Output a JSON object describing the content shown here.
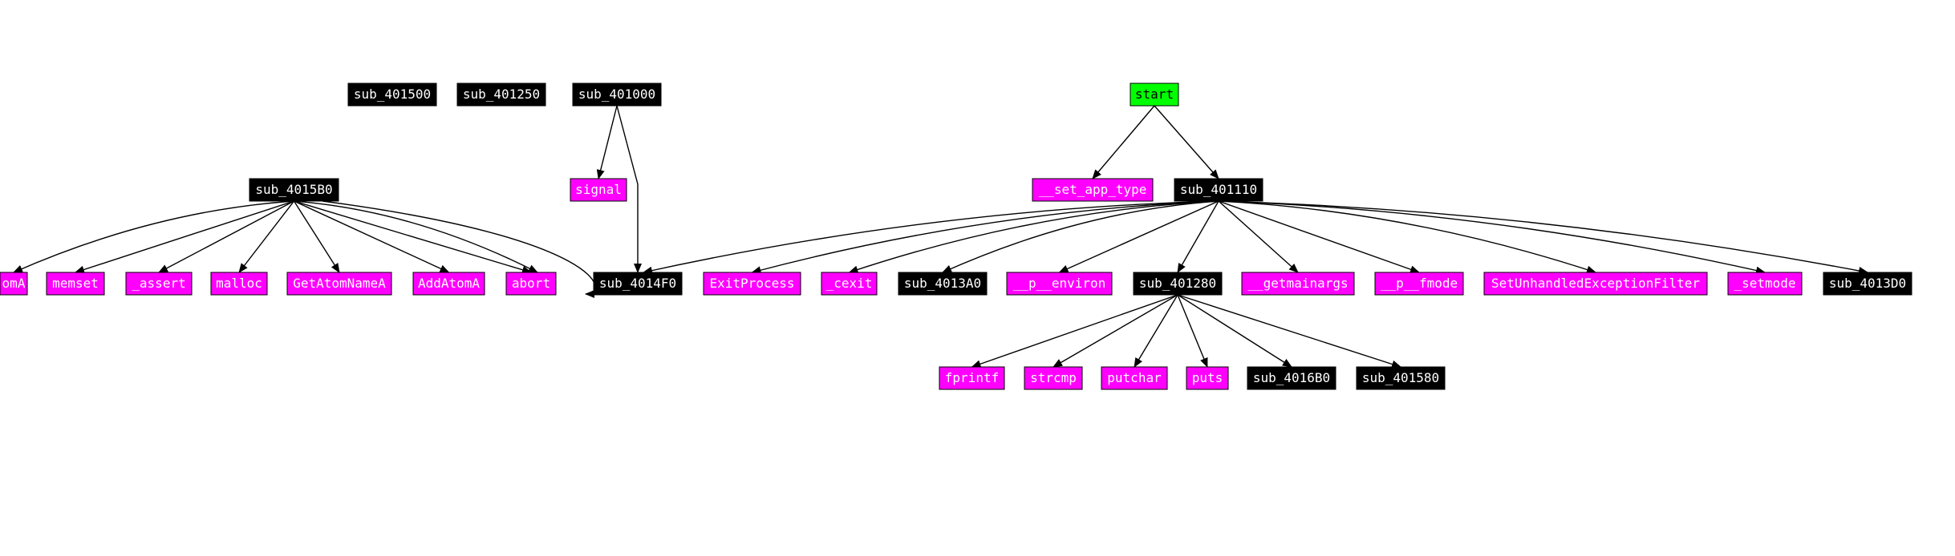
{
  "colors": {
    "sub": "#000000",
    "import": "#ff00ff",
    "entry": "#00ff00",
    "sub_text": "#ffffff",
    "import_text": "#ffffff",
    "entry_text": "#000000",
    "edge": "#000000",
    "background": "#ffffff"
  },
  "graph": {
    "nodes": [
      {
        "id": "n_atomA",
        "label": "omA",
        "kind": "import"
      },
      {
        "id": "n_memset",
        "label": "memset",
        "kind": "import"
      },
      {
        "id": "n_assert",
        "label": "_assert",
        "kind": "import"
      },
      {
        "id": "n_malloc",
        "label": "malloc",
        "kind": "import"
      },
      {
        "id": "n_getatomname",
        "label": "GetAtomNameA",
        "kind": "import"
      },
      {
        "id": "n_addatom",
        "label": "AddAtomA",
        "kind": "import"
      },
      {
        "id": "n_abort",
        "label": "abort",
        "kind": "import"
      },
      {
        "id": "n_sub_401500",
        "label": "sub_401500",
        "kind": "sub"
      },
      {
        "id": "n_sub_401250",
        "label": "sub_401250",
        "kind": "sub"
      },
      {
        "id": "n_sub_401000",
        "label": "sub_401000",
        "kind": "sub"
      },
      {
        "id": "n_sub_4015b0",
        "label": "sub_4015B0",
        "kind": "sub"
      },
      {
        "id": "n_signal",
        "label": "signal",
        "kind": "import"
      },
      {
        "id": "n_start",
        "label": "start",
        "kind": "entry"
      },
      {
        "id": "n_set_app_type",
        "label": "__set_app_type",
        "kind": "import"
      },
      {
        "id": "n_sub_401110",
        "label": "sub_401110",
        "kind": "sub"
      },
      {
        "id": "n_sub_4014f0",
        "label": "sub_4014F0",
        "kind": "sub"
      },
      {
        "id": "n_exitprocess",
        "label": "ExitProcess",
        "kind": "import"
      },
      {
        "id": "n_cexit",
        "label": "_cexit",
        "kind": "import"
      },
      {
        "id": "n_sub_4013a0",
        "label": "sub_4013A0",
        "kind": "sub"
      },
      {
        "id": "n_p_environ",
        "label": "__p__environ",
        "kind": "import"
      },
      {
        "id": "n_sub_401280",
        "label": "sub_401280",
        "kind": "sub"
      },
      {
        "id": "n_getmainargs",
        "label": "__getmainargs",
        "kind": "import"
      },
      {
        "id": "n_p_fmode",
        "label": "__p__fmode",
        "kind": "import"
      },
      {
        "id": "n_setunhandled",
        "label": "SetUnhandledExceptionFilter",
        "kind": "import"
      },
      {
        "id": "n_setmode",
        "label": "_setmode",
        "kind": "import"
      },
      {
        "id": "n_sub_4013d0",
        "label": "sub_4013D0",
        "kind": "sub"
      },
      {
        "id": "n_fprintf",
        "label": "fprintf",
        "kind": "import"
      },
      {
        "id": "n_strcmp",
        "label": "strcmp",
        "kind": "import"
      },
      {
        "id": "n_putchar",
        "label": "putchar",
        "kind": "import"
      },
      {
        "id": "n_puts",
        "label": "puts",
        "kind": "import"
      },
      {
        "id": "n_sub_4016b0",
        "label": "sub_4016B0",
        "kind": "sub"
      },
      {
        "id": "n_sub_401580",
        "label": "sub_401580",
        "kind": "sub"
      }
    ],
    "edges": [
      {
        "from": "n_sub_4015b0",
        "to": "n_atomA"
      },
      {
        "from": "n_sub_4015b0",
        "to": "n_memset"
      },
      {
        "from": "n_sub_4015b0",
        "to": "n_assert"
      },
      {
        "from": "n_sub_4015b0",
        "to": "n_malloc"
      },
      {
        "from": "n_sub_4015b0",
        "to": "n_getatomname"
      },
      {
        "from": "n_sub_4015b0",
        "to": "n_addatom"
      },
      {
        "from": "n_sub_4015b0",
        "to": "n_abort"
      },
      {
        "from": "n_sub_4015b0",
        "to": "n_abort"
      },
      {
        "from": "n_sub_4015b0",
        "to": "n_sub_4015b0"
      },
      {
        "from": "n_sub_401000",
        "to": "n_signal"
      },
      {
        "from": "n_sub_401000",
        "to": "n_sub_4014f0"
      },
      {
        "from": "n_start",
        "to": "n_set_app_type"
      },
      {
        "from": "n_start",
        "to": "n_sub_401110"
      },
      {
        "from": "n_sub_401110",
        "to": "n_sub_4014f0"
      },
      {
        "from": "n_sub_401110",
        "to": "n_exitprocess"
      },
      {
        "from": "n_sub_401110",
        "to": "n_cexit"
      },
      {
        "from": "n_sub_401110",
        "to": "n_sub_4013a0"
      },
      {
        "from": "n_sub_401110",
        "to": "n_p_environ"
      },
      {
        "from": "n_sub_401110",
        "to": "n_sub_401280"
      },
      {
        "from": "n_sub_401110",
        "to": "n_getmainargs"
      },
      {
        "from": "n_sub_401110",
        "to": "n_p_fmode"
      },
      {
        "from": "n_sub_401110",
        "to": "n_setunhandled"
      },
      {
        "from": "n_sub_401110",
        "to": "n_setmode"
      },
      {
        "from": "n_sub_401110",
        "to": "n_sub_4013d0"
      },
      {
        "from": "n_sub_401280",
        "to": "n_fprintf"
      },
      {
        "from": "n_sub_401280",
        "to": "n_strcmp"
      },
      {
        "from": "n_sub_401280",
        "to": "n_putchar"
      },
      {
        "from": "n_sub_401280",
        "to": "n_puts"
      },
      {
        "from": "n_sub_401280",
        "to": "n_sub_4016b0"
      },
      {
        "from": "n_sub_401280",
        "to": "n_sub_401580"
      }
    ]
  }
}
